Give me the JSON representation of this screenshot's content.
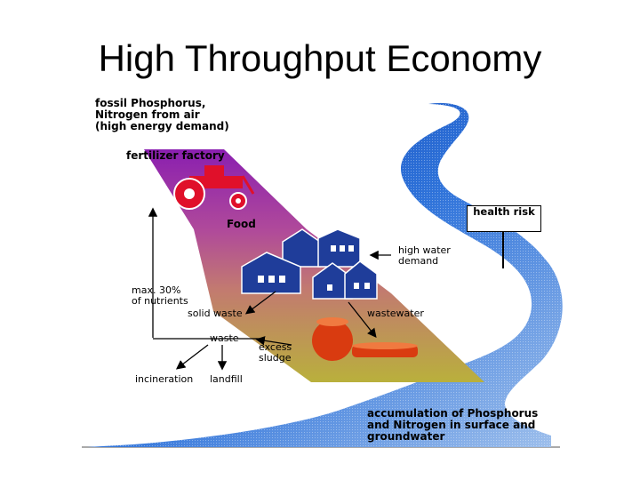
{
  "title": "High Throughput Economy",
  "labels": {
    "fossil": "fossil Phosphorus,\nNitrogen from air\n(high energy demand)",
    "factory": "fertilizer factory",
    "food": "Food",
    "health": "health\nrisk",
    "high_water": "high water\ndemand",
    "max_nutrients": "max. 30%\nof nutrients",
    "solid_waste": "solid waste",
    "wastewater": "wastewater",
    "waste": "waste",
    "excess": "excess\nsludge",
    "incineration": "incineration",
    "landfill": "landfill",
    "accumulation": "accumulation of Phosphorus\nand Nitrogen in surface and\ngroundwater"
  },
  "colors": {
    "river": "#2e6fd6",
    "river_light": "#c9dcf5",
    "band_top": "#8e1fa6",
    "band_bottom": "#b8b23a",
    "house": "#1f3d9a",
    "tractor": "#e0102a",
    "sludge": "#d93b10"
  }
}
